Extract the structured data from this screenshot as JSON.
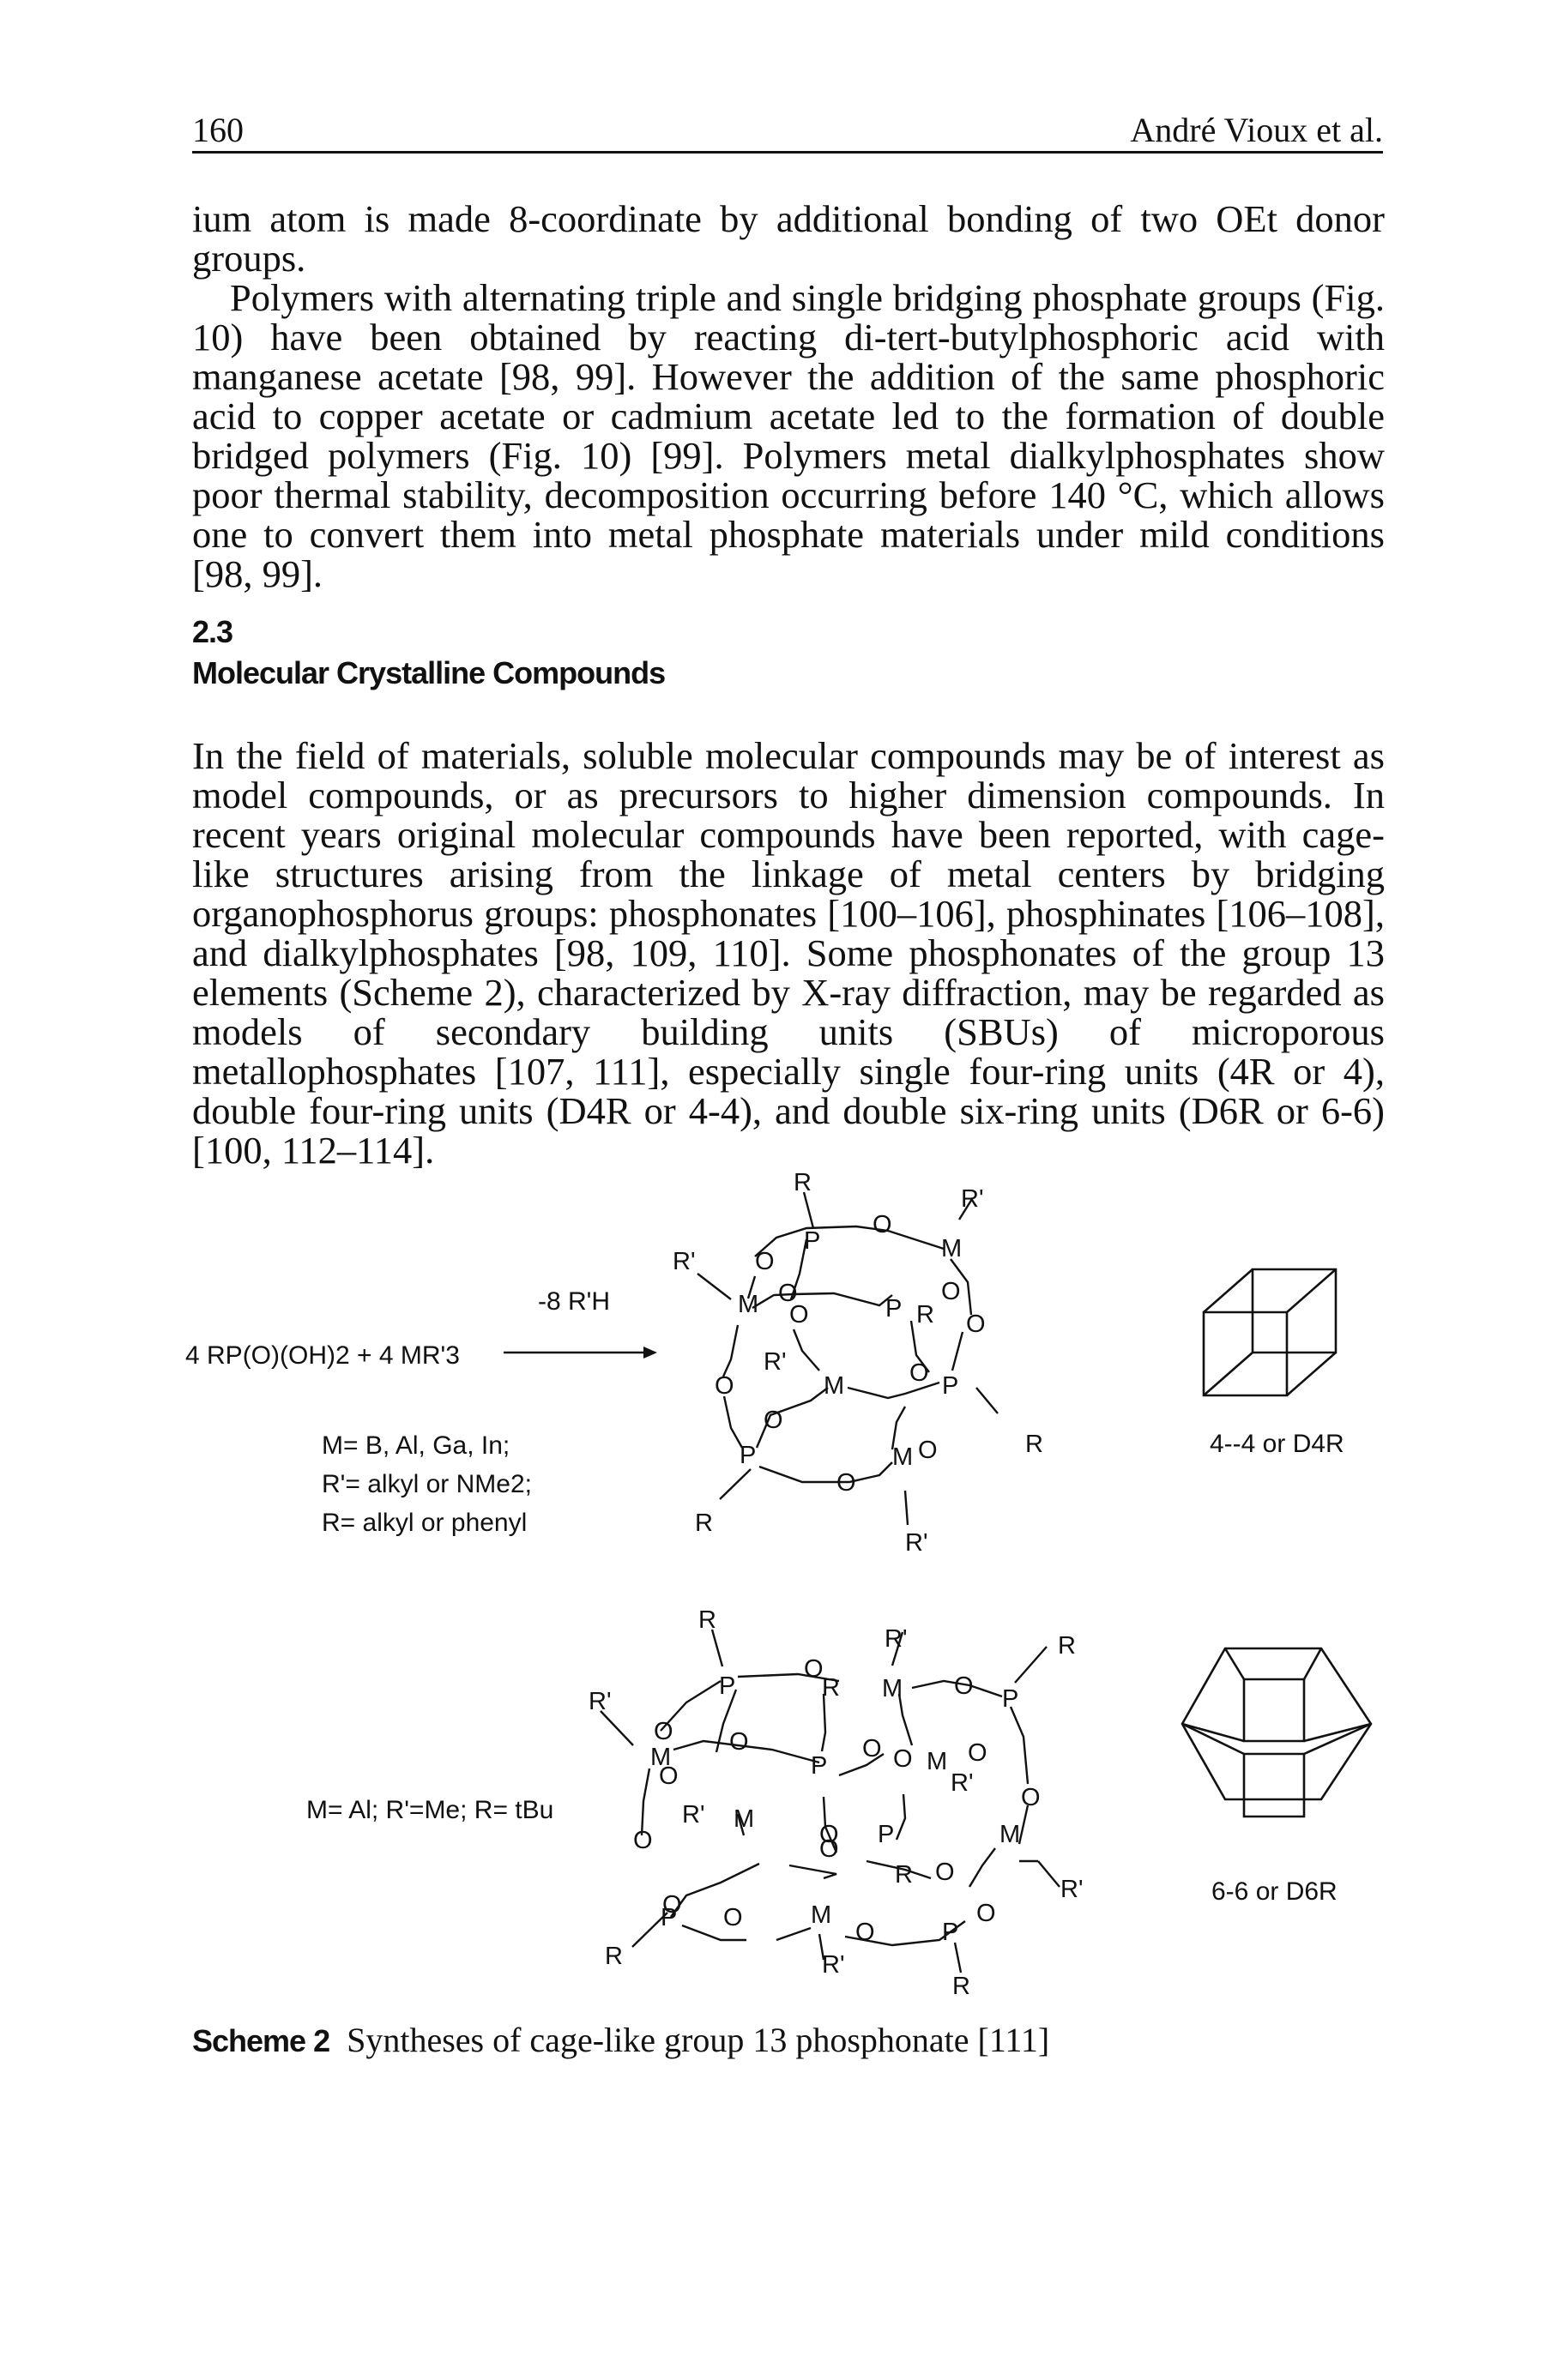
{
  "header": {
    "page_number": "160",
    "authors": "André Vioux et al."
  },
  "body_top": [
    "ium atom is made 8-coordinate by additional bonding of two OEt donor groups.",
    "Polymers with alternating triple and single bridging phosphate groups (Fig. 10) have been obtained by reacting di-tert-butylphosphoric acid with manganese acetate [98, 99]. However the addition of the same phosphoric acid to copper acetate or cadmium acetate led to the formation of double bridged polymers (Fig. 10) [99]. Polymers metal dialkylphosphates show poor thermal stability, decomposition occurring before 140 °C, which allows one to convert them into metal phosphate materials under mild conditions [98, 99]."
  ],
  "section": {
    "number": "2.3",
    "title": "Molecular Crystalline Compounds"
  },
  "body_section": "In the field of materials, soluble molecular compounds may be of interest as model compounds, or as precursors to higher dimension compounds. In recent years original molecular compounds have been reported, with cage-like structures arising from the linkage of metal centers by bridging organophosphorus groups: phosphonates [100–106], phosphinates [106–108], and dialkylphosphates [98, 109, 110]. Some phosphonates of the group 13 elements (Scheme 2), characterized by X-ray diffraction, may be regarded as models of secondary building units (SBUs) of microporous metallophosphates [107, 111], especially single four-ring units (4R or 4), double four-ring units (D4R or 4-4), and double six-ring units (D6R or 6-6) [100, 112–114].",
  "scheme": {
    "reactants": "4 RP(O)(OH)2 + 4 MR'3",
    "arrow_label": "-8 R'H",
    "conditions": [
      "M= B, Al, Ga, In;",
      "R'= alkyl or NMe2;",
      "R= alkyl or phenyl"
    ],
    "conditions_2": "M= Al; R'=Me; R= tBu",
    "label_d4r": "4--4 or D4R",
    "label_d6r": "6-6 or D6R",
    "atoms": {
      "metal": "M",
      "phosphorus": "P",
      "oxygen": "O",
      "r": "R",
      "r_prime": "R'"
    }
  },
  "caption": {
    "label": "Scheme 2",
    "text": "Syntheses of cage-like group 13 phosphonate [111]"
  }
}
